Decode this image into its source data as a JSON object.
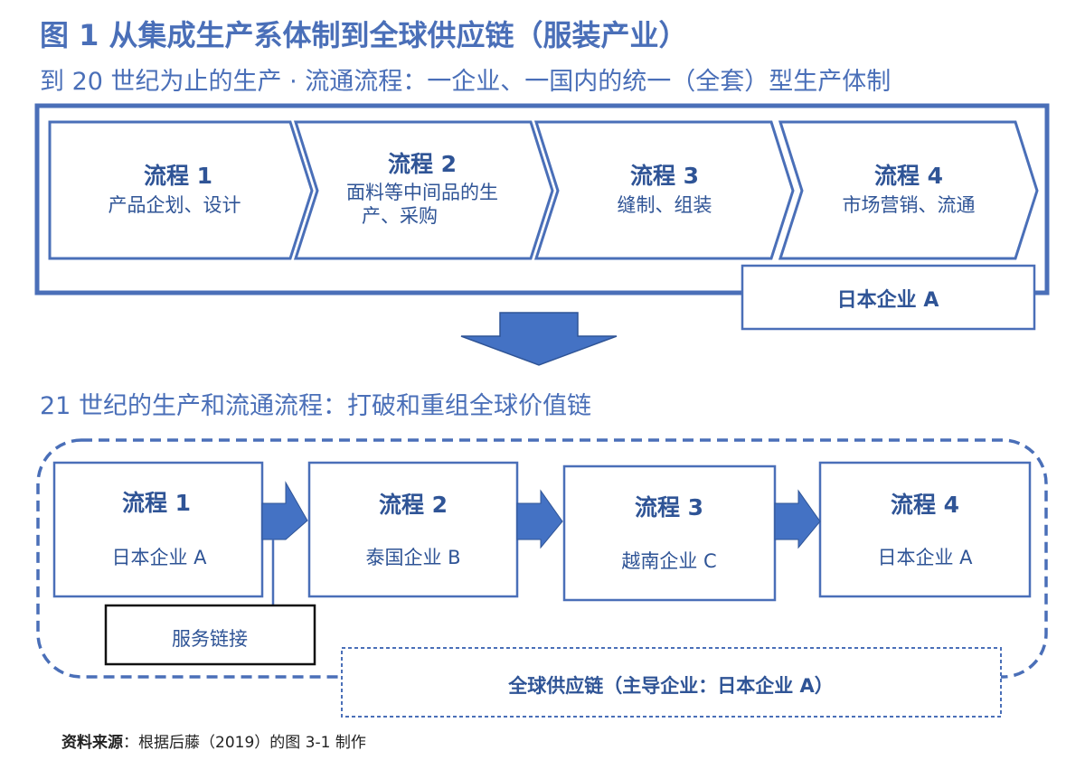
{
  "title": "图 1 从集成生产系体制到全球供应链（服装产业）",
  "top_section": {
    "heading": "到 20 世纪为止的生产 · 流通流程：一企业、一国内的统一（全套）型生产体制",
    "steps": [
      {
        "title": "流程 1",
        "desc": [
          "产品企划、设计"
        ]
      },
      {
        "title": "流程  2",
        "desc": [
          "面料等中间品的生",
          "产、采购"
        ]
      },
      {
        "title": "流程  3",
        "desc": [
          "缝制、组装"
        ]
      },
      {
        "title": "流程  4",
        "desc": [
          "市场营销、流通"
        ]
      }
    ],
    "company_label": "日本企业 A"
  },
  "bottom_section": {
    "heading": "21 世纪的生产和流通流程：打破和重组全球价值链",
    "steps": [
      {
        "title": "流程  1",
        "company": "日本企业 A"
      },
      {
        "title": "流程  2",
        "company": "泰国企业 B"
      },
      {
        "title": "流程  3",
        "company": "越南企业 C"
      },
      {
        "title": "流程  4",
        "company": "日本企业 A"
      }
    ],
    "service_link": "服务链接",
    "supply_chain_label": "全球供应链（主导企业：日本企业 A）"
  },
  "source": {
    "label": "资料来源",
    "text": "：根据后藤（2019）的图 3-1 制作"
  },
  "colors": {
    "accent": "#4a6fb8",
    "arrow_fill": "#4472c4",
    "text": "#2f5496"
  }
}
